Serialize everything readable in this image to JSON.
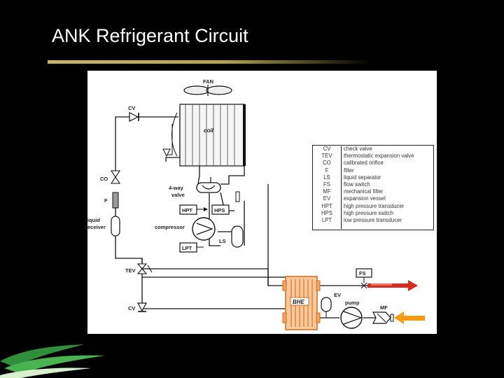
{
  "slide": {
    "title": "ANK Refrigerant Circuit"
  },
  "labels": {
    "fan": "FAN",
    "coil": "coil",
    "cv_top": "CV",
    "co": "CO",
    "f": "F",
    "liquid_receiver_1": "iquid",
    "liquid_receiver_2": "eceiver",
    "four_way_1": "4-way",
    "four_way_2": "valve",
    "hpt": "HPT",
    "hps": "HPS",
    "compressor": "compressor",
    "lpt": "LPT",
    "ls": "LS",
    "tev": "TEV",
    "cv_bottom": "CV",
    "bhe": "BHE",
    "fs": "FS",
    "ev": "EV",
    "pump": "pump",
    "mf": "MF"
  },
  "legend": [
    {
      "abbr": "CV",
      "desc": "check valve"
    },
    {
      "abbr": "TEV",
      "desc": "thermostatic expansion valve"
    },
    {
      "abbr": "CO",
      "desc": "calibrated orifice"
    },
    {
      "abbr": "F",
      "desc": "filter"
    },
    {
      "abbr": "LS",
      "desc": "liquid separator"
    },
    {
      "abbr": "FS",
      "desc": "flow switch"
    },
    {
      "abbr": "MF",
      "desc": "mechanical filter"
    },
    {
      "abbr": "EV",
      "desc": "expansion vessel"
    },
    {
      "abbr": "HPT",
      "desc": "high pressure transducer"
    },
    {
      "abbr": "HPS",
      "desc": "high pressure switch"
    },
    {
      "abbr": "LPT",
      "desc": "low pressure transducer"
    }
  ],
  "colors": {
    "background": "#000000",
    "title": "#ffffff",
    "title_rule": "#c9b56a",
    "panel": "#ffffff",
    "bhe_fill": "#f4a460",
    "bhe_stroke": "#d2691e",
    "flow_out_arrow": "#e8291c",
    "flow_in_arrow": "#f39c12",
    "logo_green": "#3aa845"
  }
}
